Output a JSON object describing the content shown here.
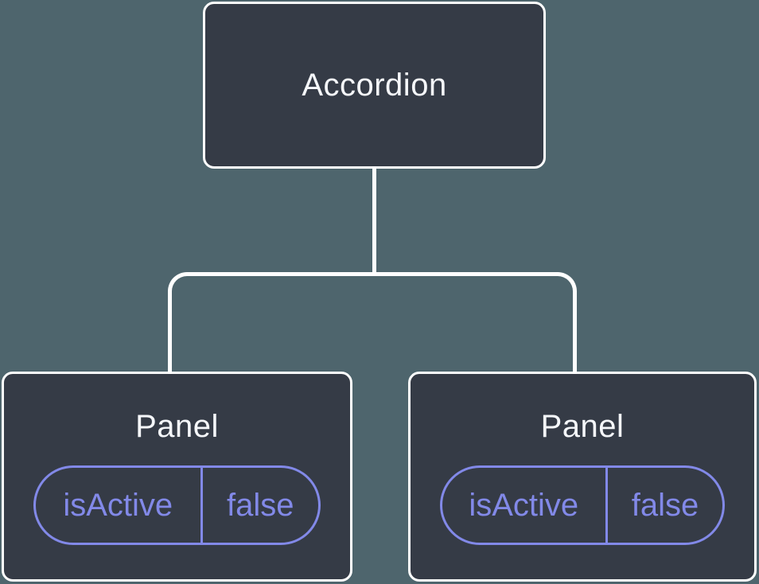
{
  "diagram": {
    "description": "Component tree diagram: Accordion parent with two Panel children, each holding an isActive state set to false",
    "colors": {
      "background": "#4e656d",
      "node_fill": "#353b46",
      "node_border": "#ffffff",
      "node_text": "#f5f7fa",
      "connector": "#ffffff",
      "state_accent": "#8289e8"
    },
    "root": {
      "label": "Accordion"
    },
    "panels": [
      {
        "label": "Panel",
        "state": {
          "name": "isActive",
          "value": "false"
        }
      },
      {
        "label": "Panel",
        "state": {
          "name": "isActive",
          "value": "false"
        }
      }
    ]
  }
}
